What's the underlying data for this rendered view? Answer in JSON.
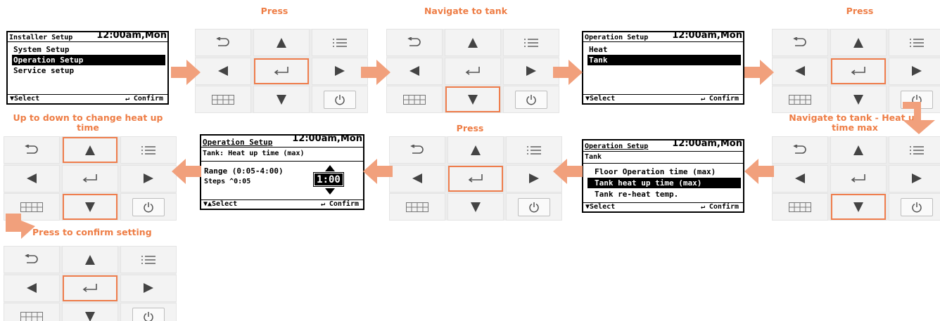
{
  "captions": {
    "press1": "Press",
    "nav_tank": "Navigate to tank",
    "press2": "Press",
    "up_down": "Up to down to change heat up time",
    "press3": "Press",
    "nav_tank_heat": "Navigate to tank - Heat up time max",
    "confirm": "Press to confirm setting"
  },
  "screen1": {
    "title": "Installer Setup",
    "time": "12:00am,Mon",
    "items": [
      "System Setup",
      "Operation Setup",
      "Service setup"
    ],
    "selected": 1,
    "footer_left": "▼Select",
    "footer_right": "↵ Confirm"
  },
  "screen2": {
    "title": "Operation Setup",
    "time": "12:00am,Mon",
    "items": [
      "Heat",
      "Tank"
    ],
    "selected": 1,
    "footer_left": "▼Select",
    "footer_right": "↵ Confirm"
  },
  "screen3": {
    "title": "Operation Setup",
    "time": "12:00am,Mon",
    "subtitle": "Tank",
    "items": [
      "Floor Operation time (max)",
      "Tank heat up time (max)",
      "Tank re-heat temp."
    ],
    "selected": 1,
    "footer_left": "▼Select",
    "footer_right": "↵ Confirm"
  },
  "screen4": {
    "title": "Operation Setup",
    "time": "12:00am,Mon",
    "subtitle": "Tank: Heat up time (max)",
    "range": "Range (0:05-4:00)",
    "steps": "Steps ^0:05",
    "value": "1:00",
    "footer_left": "▼▲Select",
    "footer_right": "↵ Confirm"
  },
  "colors": {
    "accent": "#ee7d45",
    "arrow": "#f1a07c",
    "highlight": "#ef7d4c"
  },
  "icons": [
    "back-icon",
    "up-icon",
    "menu-icon",
    "left-icon",
    "enter-icon",
    "right-icon",
    "grid-icon",
    "down-icon",
    "power-icon"
  ]
}
